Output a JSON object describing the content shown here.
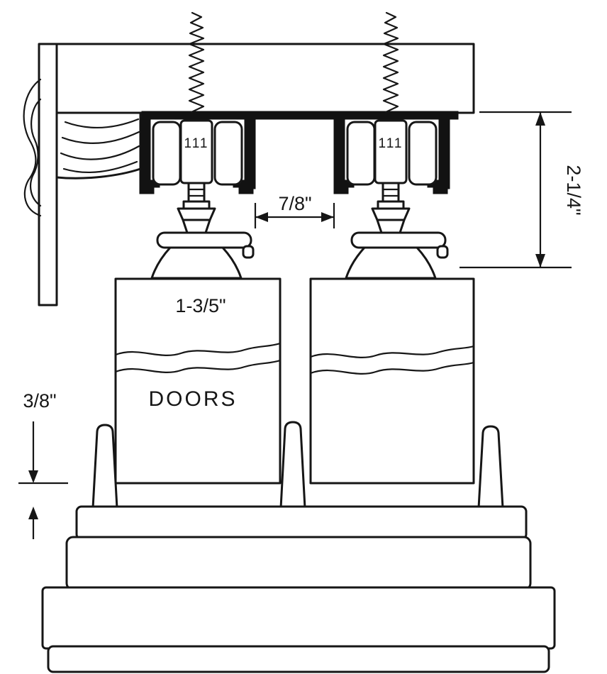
{
  "diagram": {
    "type": "technical-cross-section",
    "subject": "bypass sliding door hardware, track and floor guide section",
    "labels": {
      "doors": "DOORS",
      "roller_left": "111",
      "roller_right": "111"
    },
    "dimensions": {
      "carrier_gap": "7/8\"",
      "track_height": "2-1/4\"",
      "door_top_inset": "1-3/5\"",
      "floor_clearance": "3/8\""
    },
    "colors": {
      "line": "#161616",
      "background": "#ffffff"
    }
  }
}
